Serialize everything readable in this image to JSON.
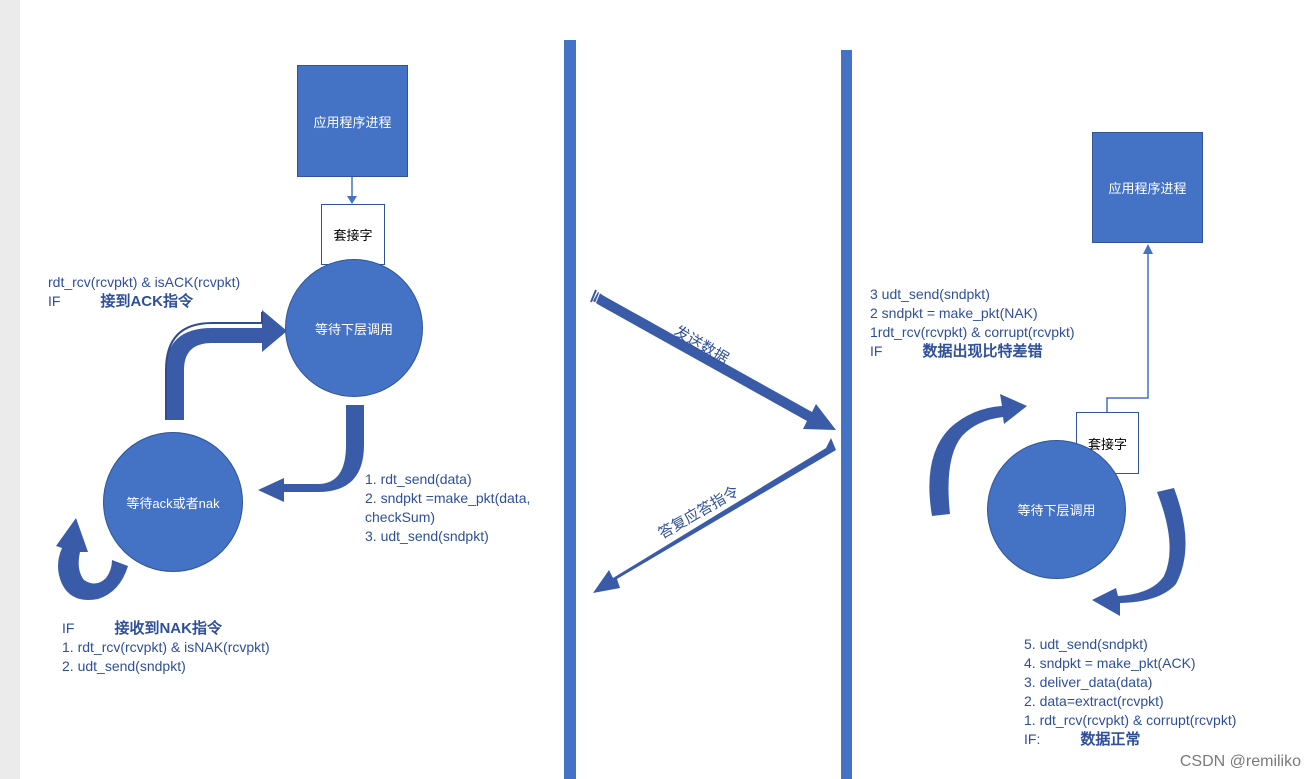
{
  "colors": {
    "primary": "#4472c4",
    "dark": "#3a5ba8",
    "text": "#2f4f9a"
  },
  "left": {
    "app_process": "应用程序进程",
    "socket": "套接字",
    "wait_upper_call": "等待下层调用",
    "wait_ack_nak": "等待ack或者nak",
    "ack_condition": {
      "line1": "rdt_rcv(rcvpkt) & isACK(rcvpkt)",
      "if_label": "IF",
      "if_text": "接到ACK指令"
    },
    "send_actions": [
      "1. rdt_send(data)",
      "2. sndpkt =make_pkt(data,",
      "checkSum)",
      "3. udt_send(sndpkt)"
    ],
    "nak_condition": {
      "if_label": "IF",
      "if_text": "接收到NAK指令",
      "line1": "1. rdt_rcv(rcvpkt) & isNAK(rcvpkt)",
      "line2": "2. udt_send(sndpkt)"
    }
  },
  "middle": {
    "send_data": "发送数据",
    "reply": "答复应答指令"
  },
  "right": {
    "app_process": "应用程序进程",
    "socket": "套接字",
    "wait_upper_call": "等待下层调用",
    "corrupt_condition": {
      "line3": "3 udt_send(sndpkt)",
      "line2": "2 sndpkt = make_pkt(NAK)",
      "line1": "1rdt_rcv(rcvpkt) & corrupt(rcvpkt)",
      "if_label": "IF",
      "if_text": "数据出现比特差错"
    },
    "normal_condition": {
      "steps": [
        "5. udt_send(sndpkt)",
        "4. sndpkt = make_pkt(ACK)",
        "3. deliver_data(data)",
        "2. data=extract(rcvpkt)",
        "1. rdt_rcv(rcvpkt) & corrupt(rcvpkt)"
      ],
      "if_label": "IF:",
      "if_text": "数据正常"
    }
  },
  "watermark": "CSDN @remiliko"
}
